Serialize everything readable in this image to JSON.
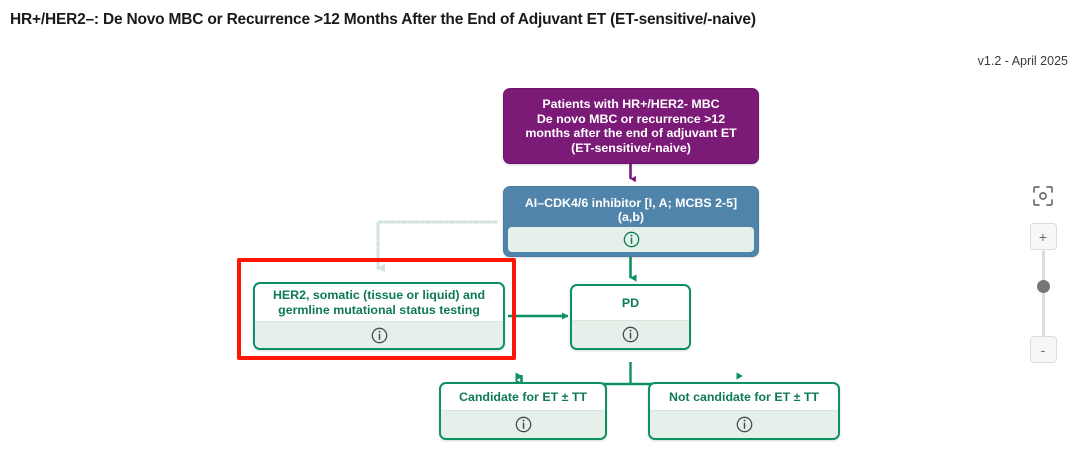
{
  "header": {
    "title": "HR+/HER2–: De Novo MBC or Recurrence >12 Months After the End of Adjuvant ET (ET-sensitive/-naive)",
    "version": "v1.2 - April 2025"
  },
  "diagram": {
    "nodes": {
      "patients": {
        "label": "Patients with HR+/HER2- MBC\nDe novo MBC or recurrence >12\nmonths after the end of adjuvant ET\n(ET-sensitive/-naive)",
        "color": "#7c1a78",
        "kind": "root"
      },
      "treatment": {
        "label": "AI–CDK4/6 inhibitor [I, A; MCBS 2-5]\n(a,b)",
        "color": "#5084ab",
        "kind": "treatment",
        "info": "i"
      },
      "her2_testing": {
        "label": "HER2, somatic (tissue or liquid) and\ngermline mutational status testing",
        "color": "#0e9160",
        "kind": "testing",
        "info": "i",
        "selected": true
      },
      "pd": {
        "label": "PD",
        "color": "#0e9160",
        "kind": "outcome",
        "info": "i"
      },
      "candidate": {
        "label": "Candidate for ET ± TT",
        "color": "#0e9160",
        "kind": "outcome",
        "info": "i"
      },
      "not_candidate": {
        "label": "Not candidate for ET ± TT",
        "color": "#0e9160",
        "kind": "outcome",
        "info": "i"
      }
    },
    "selection_color": "#fb1605",
    "connector_color": "#0e9160",
    "dotted_connector_color": "#cfe3dc"
  },
  "zoom_controls": {
    "fit_label": "fit-to-screen",
    "zoom_in_label": "+",
    "zoom_out_label": "-"
  }
}
